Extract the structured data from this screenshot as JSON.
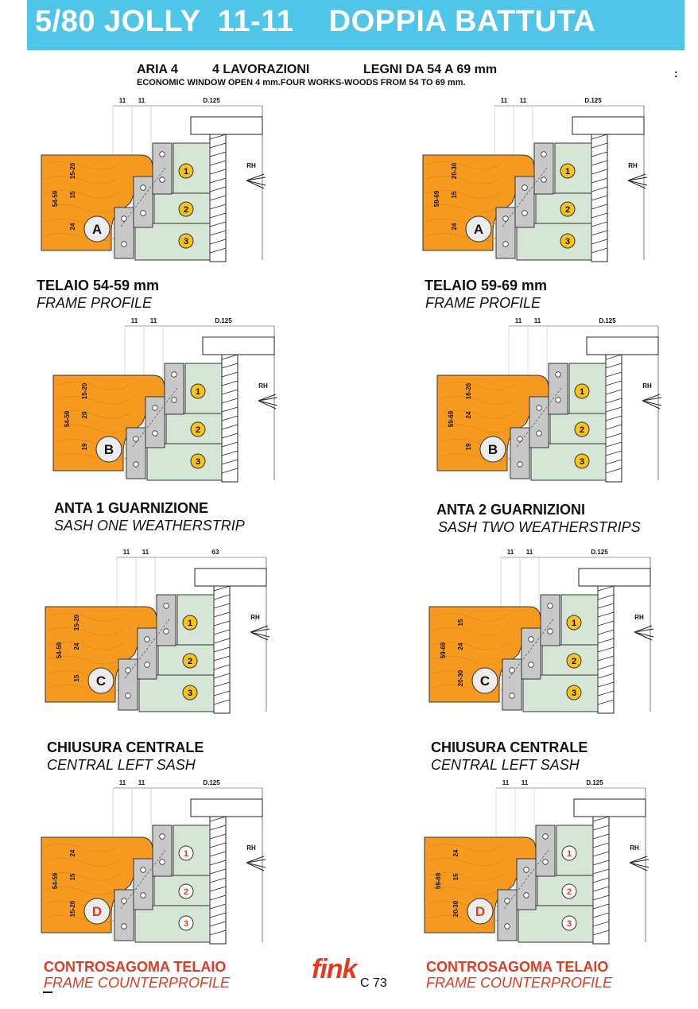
{
  "header": {
    "title": "5/80 JOLLY  11-11    DOPPIA BATTUTA",
    "spec_line_1": "ARIA 4",
    "spec_line_2": "4 LAVORAZIONI",
    "spec_line_3": "LEGNI DA 54 A 69 mm",
    "spec_english": "ECONOMIC WINDOW OPEN 4 mm.FOUR WORKS-WOODS FROM 54 TO 69 mm.",
    "corner_mark": ":"
  },
  "panels": [
    {
      "dim1": "11",
      "dim2": "11",
      "diameter": "D.125",
      "side": "RH",
      "letter": "A",
      "thickness": "54-59",
      "segments": [
        "15-20",
        "15",
        "24"
      ],
      "cutters": [
        "1",
        "2",
        "3"
      ],
      "caption_it": "TELAIO 54-59 mm",
      "caption_en": "FRAME PROFILE"
    },
    {
      "dim1": "11",
      "dim2": "11",
      "diameter": "D.125",
      "side": "RH",
      "letter": "A",
      "thickness": "59-69",
      "segments": [
        "20-30",
        "15",
        "24"
      ],
      "cutters": [
        "1",
        "2",
        "3"
      ],
      "caption_it": "TELAIO 59-69 mm",
      "caption_en": "FRAME PROFILE"
    },
    {
      "dim1": "11",
      "dim2": "11",
      "diameter": "D.125",
      "side": "RH",
      "letter": "B",
      "thickness": "54-59",
      "segments": [
        "15-20",
        "20",
        "19"
      ],
      "cutters": [
        "1",
        "2",
        "3"
      ],
      "caption_it": "ANTA 1 GUARNIZIONE",
      "caption_en": "SASH ONE WEATHERSTRIP"
    },
    {
      "dim1": "11",
      "dim2": "11",
      "diameter": "D.125",
      "side": "RH",
      "letter": "B",
      "thickness": "59-69",
      "segments": [
        "16-26",
        "24",
        "19"
      ],
      "cutters": [
        "1",
        "2",
        "3"
      ],
      "caption_it": "ANTA 2 GUARNIZIONI",
      "caption_en": "SASH TWO WEATHERSTRIPS"
    },
    {
      "dim1": "11",
      "dim2": "11",
      "diameter": "63",
      "side": "RH",
      "letter": "C",
      "thickness": "54-59",
      "segments": [
        "15-20",
        "24",
        "15"
      ],
      "cutters": [
        "1",
        "2",
        "3"
      ],
      "caption_it": "CHIUSURA CENTRALE",
      "caption_en": "CENTRAL LEFT SASH"
    },
    {
      "dim1": "11",
      "dim2": "11",
      "diameter": "D.125",
      "side": "RH",
      "letter": "C",
      "thickness": "59-69",
      "segments": [
        "15",
        "24",
        "20-30"
      ],
      "cutters": [
        "1",
        "2",
        "3"
      ],
      "caption_it": "CHIUSURA CENTRALE",
      "caption_en": "CENTRAL LEFT SASH"
    },
    {
      "dim1": "11",
      "dim2": "11",
      "diameter": "D.125",
      "side": "RH",
      "letter": "D",
      "thickness": "54-59",
      "segments": [
        "24",
        "15",
        "15-20"
      ],
      "cutters": [
        "1",
        "2",
        "3"
      ],
      "caption_it": "CONTROSAGOMA TELAIO",
      "caption_en": "FRAME COUNTERPROFILE"
    },
    {
      "dim1": "11",
      "dim2": "11",
      "diameter": "D.125",
      "side": "RH",
      "letter": "D",
      "thickness": "59-69",
      "segments": [
        "24",
        "15",
        "20-30"
      ],
      "cutters": [
        "1",
        "2",
        "3"
      ],
      "caption_it": "CONTROSAGOMA TELAIO",
      "caption_en": "FRAME COUNTERPROFILE"
    }
  ],
  "footer": {
    "logo": "fink",
    "page": "C 73"
  },
  "colors": {
    "banner": "#4fc6e8",
    "wood": "#f59a1f",
    "cutter": "#d6e6d6",
    "insert": "#c8c8c8",
    "badge": "#f7c21a",
    "red": "#e8391f"
  }
}
